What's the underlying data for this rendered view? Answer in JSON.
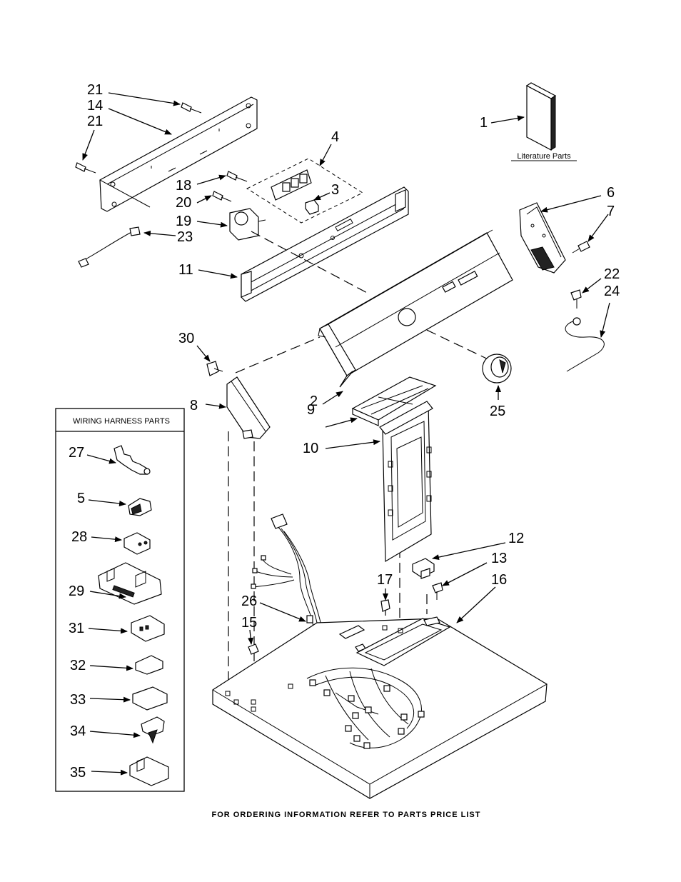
{
  "callouts": {
    "c1": "1",
    "c2": "2",
    "c3": "3",
    "c4": "4",
    "c5": "5",
    "c6": "6",
    "c7": "7",
    "c8": "8",
    "c9": "9",
    "c10": "10",
    "c11": "11",
    "c12": "12",
    "c13": "13",
    "c14": "14",
    "c15": "15",
    "c16": "16",
    "c17": "17",
    "c18": "18",
    "c19": "19",
    "c20": "20",
    "c21a": "21",
    "c21b": "21",
    "c22": "22",
    "c23": "23",
    "c24": "24",
    "c25": "25",
    "c26": "26",
    "c27": "27",
    "c28": "28",
    "c29": "29",
    "c30": "30",
    "c31": "31",
    "c32": "32",
    "c33": "33",
    "c34": "34",
    "c35": "35"
  },
  "literature_label": "Literature Parts",
  "harness_box_title": "WIRING HARNESS PARTS",
  "footer_note": "FOR ORDERING INFORMATION REFER TO PARTS PRICE LIST"
}
